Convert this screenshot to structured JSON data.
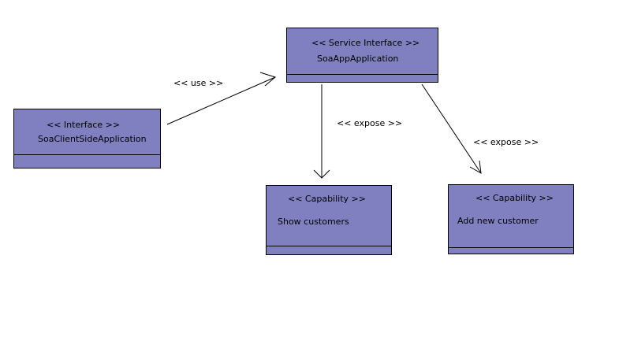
{
  "colors": {
    "box_fill": "#8080c0",
    "stroke": "#000000",
    "background": "#ffffff"
  },
  "nodes": {
    "client": {
      "stereotype": "<< Interface >>",
      "name": "SoaClientSideApplication"
    },
    "service": {
      "stereotype": "<< Service Interface >>",
      "name": "SoaAppApplication"
    },
    "cap_show": {
      "stereotype": "<< Capability >>",
      "name": "Show customers"
    },
    "cap_add": {
      "stereotype": "<< Capability >>",
      "name": "Add new customer"
    }
  },
  "edges": {
    "use": {
      "label": "<< use >>"
    },
    "expose_show": {
      "label": "<< expose >>"
    },
    "expose_add": {
      "label": "<< expose >>"
    }
  }
}
